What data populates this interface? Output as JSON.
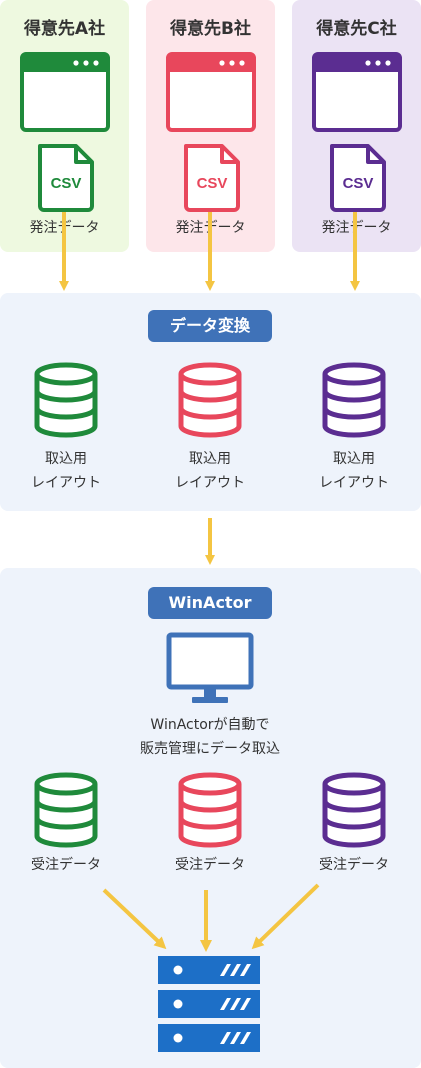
{
  "clients": [
    {
      "name": "得意先A社",
      "csv": "CSV",
      "caption": "発注データ",
      "color": "#1f8a3b",
      "bg": "#eef9e0"
    },
    {
      "name": "得意先B社",
      "csv": "CSV",
      "caption": "発注データ",
      "color": "#e8475c",
      "bg": "#fde6ea"
    },
    {
      "name": "得意先C社",
      "csv": "CSV",
      "caption": "発注データ",
      "color": "#5b2d91",
      "bg": "#ebe3f4"
    }
  ],
  "conversion": {
    "title": "データ変換",
    "layouts": [
      {
        "line1": "取込用",
        "line2": "レイアウト"
      },
      {
        "line1": "取込用",
        "line2": "レイアウト"
      },
      {
        "line1": "取込用",
        "line2": "レイアウト"
      }
    ]
  },
  "winactor": {
    "title": "WinActor",
    "desc_line1": "WinActorが自動で",
    "desc_line2": "販売管理にデータ取込",
    "orders": [
      "受注データ",
      "受注データ",
      "受注データ"
    ]
  },
  "colors": {
    "arrow": "#f4c542",
    "accent": "#3f72b8",
    "panel": "#eef3fb"
  }
}
